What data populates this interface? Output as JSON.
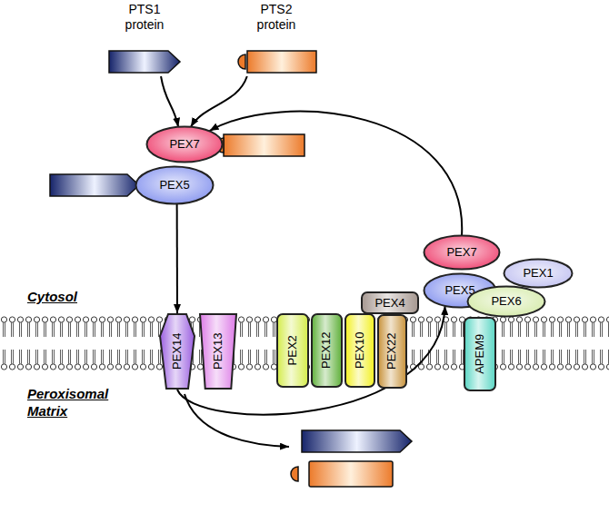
{
  "diagram": {
    "nodes": [
      {
        "text": [
          "PTS1 protein"
        ]
      },
      {
        "text": [
          "PTS2 protein"
        ]
      },
      {
        "text": [
          "PEX7"
        ]
      },
      {
        "text": [
          "PEX5"
        ]
      },
      {
        "text": [
          "PEX7"
        ]
      },
      {
        "text": [
          "PEX5"
        ]
      },
      {
        "text": [
          "PEX14"
        ]
      },
      {
        "text": [
          "PEX13"
        ]
      },
      {
        "text": [
          "PEX2"
        ]
      },
      {
        "text": [
          "PEX12"
        ]
      },
      {
        "text": [
          "PEX10"
        ]
      },
      {
        "text": [
          "PEX4"
        ]
      },
      {
        "text": [
          "PEX22"
        ]
      },
      {
        "text": [
          "PEX1"
        ]
      },
      {
        "text": [
          "PEX6"
        ]
      },
      {
        "text": [
          "APEM9"
        ]
      }
    ],
    "edges": [
      {
        "from": 0,
        "to": 2,
        "arrow": "to"
      },
      {
        "from": 1,
        "to": 2,
        "arrow": "to"
      },
      {
        "from": 3,
        "to": 6,
        "arrow": "to"
      },
      {
        "from": 6,
        "to": 5,
        "arrow": "to"
      },
      {
        "from": 4,
        "to": 2,
        "arrow": "to"
      }
    ],
    "labels": [
      "Cytosol",
      "Peroxisomal Matrix"
    ]
  }
}
